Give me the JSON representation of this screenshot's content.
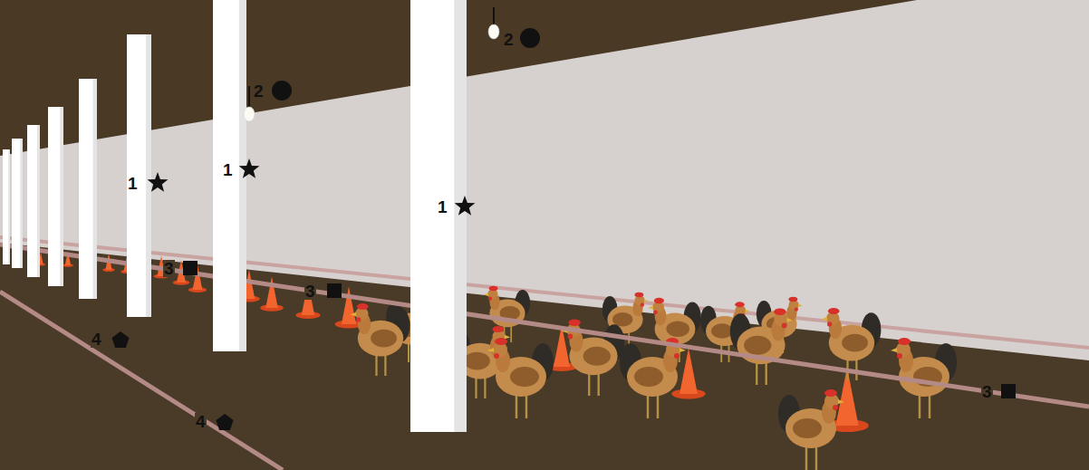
{
  "diagram": {
    "labels": [
      "1",
      "1",
      "1",
      "2",
      "2",
      "3",
      "3",
      "3",
      "4",
      "4"
    ]
  }
}
